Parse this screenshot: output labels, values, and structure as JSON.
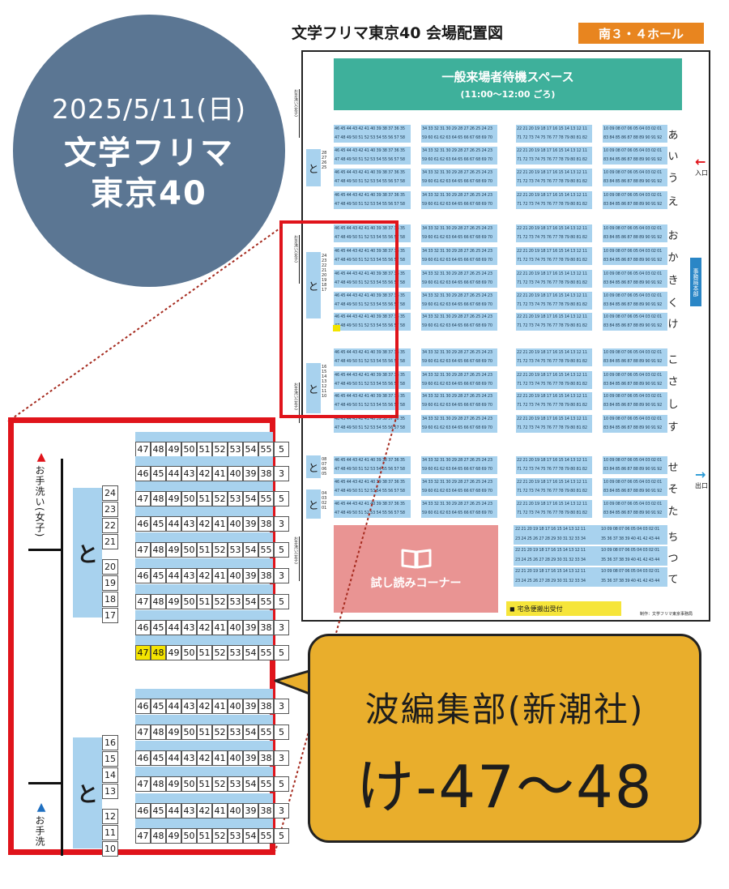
{
  "event": {
    "date": "2025/5/11(日)",
    "name_line1": "文学フリマ",
    "name_line2": "東京40"
  },
  "map": {
    "title": "文学フリマ東京40 会場配置図",
    "hall": "南３・４ホール",
    "waiting_title": "一般来場者待機スペース",
    "waiting_time": "(11:00〜12:00 ごろ)",
    "reading_corner": "試し読みコーナー",
    "delivery": "宅急便搬出受付",
    "credit": "制作：文学フリマ東京事務局",
    "entrance": "入口",
    "exit": "出口",
    "hq": "事務局本部",
    "restroom_women": "お手洗い(女子)",
    "block_label": "と",
    "row_left_top": "46 45 44 43 42 41 40 39 38 37 36 35",
    "row_left_bottom": "47 48 49 50 51 52 53 54 55 56 57 58",
    "row_mid_top": "34 33 32 31 30 29 28 27 26 25 24 23",
    "row_mid_bottom": "59 60 61 62 63 64 65 66 67 68 69 70",
    "row_c_top": "22 21 20 19 18 17 16 15 14 13 12 11",
    "row_c_bottom": "71 72 73 74 75 76 77 78 79 80 81 82",
    "row_r_top": "10 09 08 07 06 05 04 03 02 01",
    "row_r_bottom": "83 84 85 86 87 88 89 90 91 92",
    "row_chi_top": "23 24 25 26 27 28 29 30 31 32 33 34",
    "row_chi_bottom": "35 36 37 38 39 40 41 42 43 44",
    "hiragana": [
      "あ",
      "い",
      "う",
      "え",
      "お",
      "か",
      "き",
      "く",
      "け",
      "こ",
      "さ",
      "し",
      "す",
      "せ",
      "そ",
      "た",
      "ち",
      "つ",
      "て"
    ],
    "to_groups": [
      [
        "28",
        "27",
        "26",
        "25"
      ],
      [
        "24",
        "23",
        "22",
        "21",
        "20",
        "19",
        "18",
        "17"
      ],
      [
        "16",
        "15",
        "14",
        "13",
        "12",
        "11",
        "10"
      ],
      [
        "08",
        "07",
        "06",
        "05"
      ],
      [
        "04",
        "03",
        "02",
        "01"
      ]
    ]
  },
  "zoom": {
    "block_label": "と",
    "restroom_women": "お手洗い(女子)",
    "restroom_short": "お手洗",
    "seq_a": [
      "47",
      "48",
      "49",
      "50",
      "51",
      "52",
      "53",
      "54",
      "55",
      "5"
    ],
    "seq_b": [
      "46",
      "45",
      "44",
      "43",
      "42",
      "41",
      "40",
      "39",
      "38",
      "3"
    ],
    "highlight": [
      "47",
      "48"
    ],
    "to_numbers_upper": [
      "24",
      "23",
      "22",
      "21",
      "20",
      "19",
      "18",
      "17"
    ],
    "to_numbers_lower": [
      "16",
      "15",
      "14",
      "13",
      "12",
      "11",
      "10"
    ]
  },
  "callout": {
    "title": "波編集部(新潮社)",
    "booth": "け-47〜48"
  },
  "colors": {
    "circle": "#5b7693",
    "accent_red": "#e0141b",
    "callout": "#e9ae2c",
    "booth_blue": "#a8d2ee",
    "waiting": "#3eb09b",
    "reading": "#e99493",
    "highlight": "#f4e400"
  }
}
